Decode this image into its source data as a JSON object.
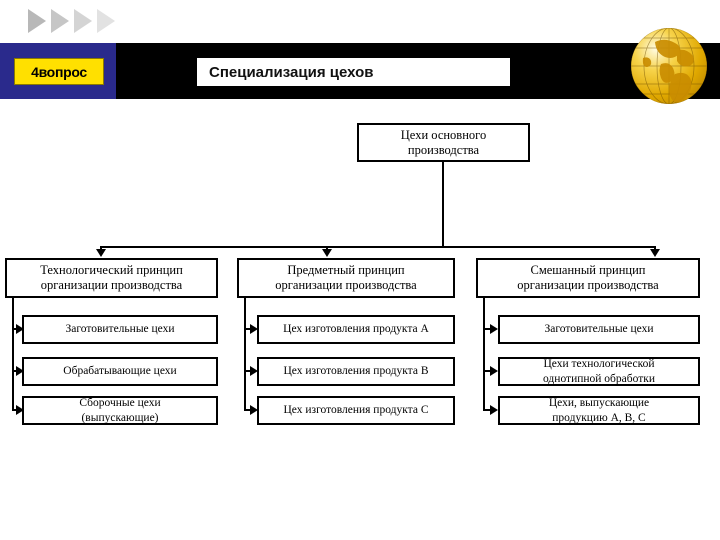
{
  "slide": {
    "badge_label": "4вопрос",
    "title": "Специализация цехов",
    "decor": {
      "triangle_icon": "play-triangle-icon",
      "globe_icon": "globe-icon"
    },
    "colors": {
      "badge_background": "#ffe000",
      "header_band": "#000000",
      "header_accent": "#2a2a8c",
      "globe_gold": "#e0a800",
      "box_border": "#000000",
      "slide_background": "#ffffff"
    }
  },
  "diagram": {
    "root": {
      "label_line1": "Цехи основного",
      "label_line2": "производства"
    },
    "columns": [
      {
        "header_line1": "Технологический принцип",
        "header_line2": "организации производства",
        "items": [
          {
            "line1": "Заготовительные цехи",
            "line2": ""
          },
          {
            "line1": "Обрабатывающие цехи",
            "line2": ""
          },
          {
            "line1": "Сборочные цехи",
            "line2": "(выпускающие)"
          }
        ]
      },
      {
        "header_line1": "Предметный принцип",
        "header_line2": "организации производства",
        "items": [
          {
            "line1": "Цех изготовления продукта А",
            "line2": ""
          },
          {
            "line1": "Цех изготовления продукта В",
            "line2": ""
          },
          {
            "line1": "Цех изготовления продукта С",
            "line2": ""
          }
        ]
      },
      {
        "header_line1": "Смешанный принцип",
        "header_line2": "организации производства",
        "items": [
          {
            "line1": "Заготовительные цехи",
            "line2": ""
          },
          {
            "line1": "Цехи технологической",
            "line2": "однотипной обработки"
          },
          {
            "line1": "Цехи, выпускающие",
            "line2": "продукцию А, В, С"
          }
        ]
      }
    ]
  }
}
